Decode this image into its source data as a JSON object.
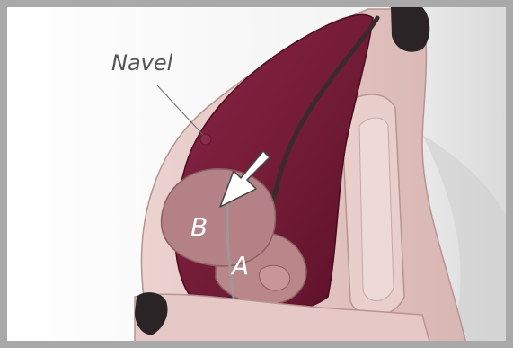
{
  "labels": {
    "navel": "Navel",
    "a": "A",
    "b": "B"
  },
  "colors": {
    "border": "#a9a9a9",
    "skin": "#e6c9c6",
    "skin_dark": "#c9a3a0",
    "cavity": "#7a1e3c",
    "cavity_dark": "#5a1026",
    "hand": "#b9878a",
    "arrow": "#ffffff",
    "label_text": "#ffffff",
    "navel_text": "#555555",
    "black": "#2a2426"
  }
}
